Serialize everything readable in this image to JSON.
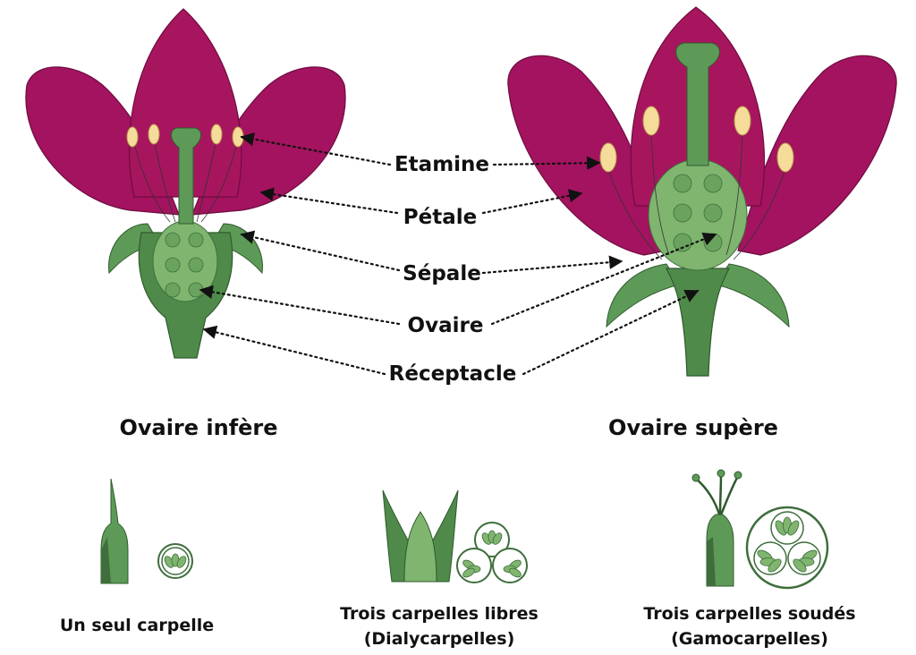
{
  "colors": {
    "petal": "#a3135f",
    "petal_dark": "#7a0d47",
    "green": "#5e9a57",
    "green_dark": "#3f6e3c",
    "green_light": "#7fb56f",
    "anther": "#f5dc9a",
    "ink": "#111111"
  },
  "labels": {
    "etamine": "Etamine",
    "petale": "Pétale",
    "sepale": "Sépale",
    "ovaire": "Ovaire",
    "receptacle": "Réceptacle"
  },
  "flowers": {
    "left_title": "Ovaire infère",
    "right_title": "Ovaire supère"
  },
  "carpels": {
    "single": "Un seul carpelle",
    "free_line1": "Trois carpelles libres",
    "free_line2": "(Dialycarpelles)",
    "fused_line1": "Trois carpelles soudés",
    "fused_line2": "(Gamocarpelles)"
  }
}
